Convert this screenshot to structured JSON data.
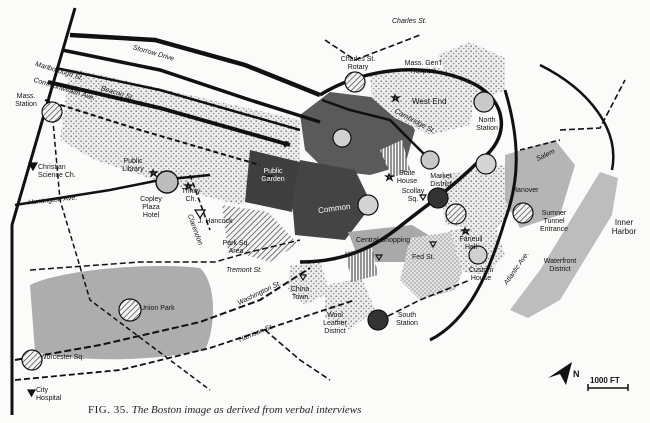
{
  "caption": {
    "fig_label": "FIG. 35.",
    "title": "The Boston image as derived from verbal interviews"
  },
  "scale": {
    "label": "1000 FT"
  },
  "north": {
    "label": "N"
  },
  "labels": {
    "charles_st": "Charles St.",
    "charles_st_rotary": "Charles St. Rotary",
    "mass_genl_hospital": "Mass. Gen'l Hospital",
    "storrow_drive": "Storrow Drive",
    "west_end": "West End",
    "north_station": "North Station",
    "marlborough_st": "Marlborough St.",
    "beacon_st": "Beacon St.",
    "commonwealth_ave": "Commonwealth Ave.",
    "mass_station": "Mass. Station",
    "cambridge_st": "Cambridge St.",
    "christian_science_ch": "Christian Science Ch.",
    "public_library": "Public Library",
    "public_garden": "Public Garden",
    "state_house": "State House",
    "scollay_sq": "Scollay Sq.",
    "market_district": "Market District",
    "hanover": "Hanover",
    "sumner_tunnel_entrance": "Sumner Tunnel Entrance",
    "salem": "Salem",
    "inner_harbor": "Inner Harbor",
    "huntington_ave": "Huntington Ave.",
    "copley_plaza_hotel": "Copley Plaza Hotel",
    "trinity_ch": "Trinity Ch.",
    "j_hancock": "J. Hancock",
    "clarendon": "Clarendon",
    "common": "Common",
    "faneuil_hall": "Faneuil Hall",
    "park_sq_area": "Park Sq. Area",
    "central_shopping": "Central Shopping",
    "fed_st": "Fed St.",
    "custom_house": "Custom House",
    "atlantic_ave": "Atlantic Ave.",
    "waterfront_district": "Waterfront District",
    "tremont_st": "Tremont St.",
    "washington_st": "Washington St.",
    "china_town": "China Town",
    "wool_leather_district": "Wool Leather District",
    "south_station": "South Station",
    "union_park": "Union Park",
    "harrison_st": "Harrison St.",
    "worcester_sq": "Worcester Sq.",
    "city_hospital": "City Hospital"
  },
  "colors": {
    "ink": "#111111",
    "stipple_fill": "#cfcfcf",
    "dark_district": "#474747",
    "grey_district": "#bdbdbd",
    "hatch": "#333333",
    "background": "#fbfbf9"
  },
  "icons": {
    "star": "landmark-star-icon",
    "triangle": "landmark-triangle-icon",
    "node": "node-circle-icon",
    "north_arrow": "north-arrow-icon"
  }
}
